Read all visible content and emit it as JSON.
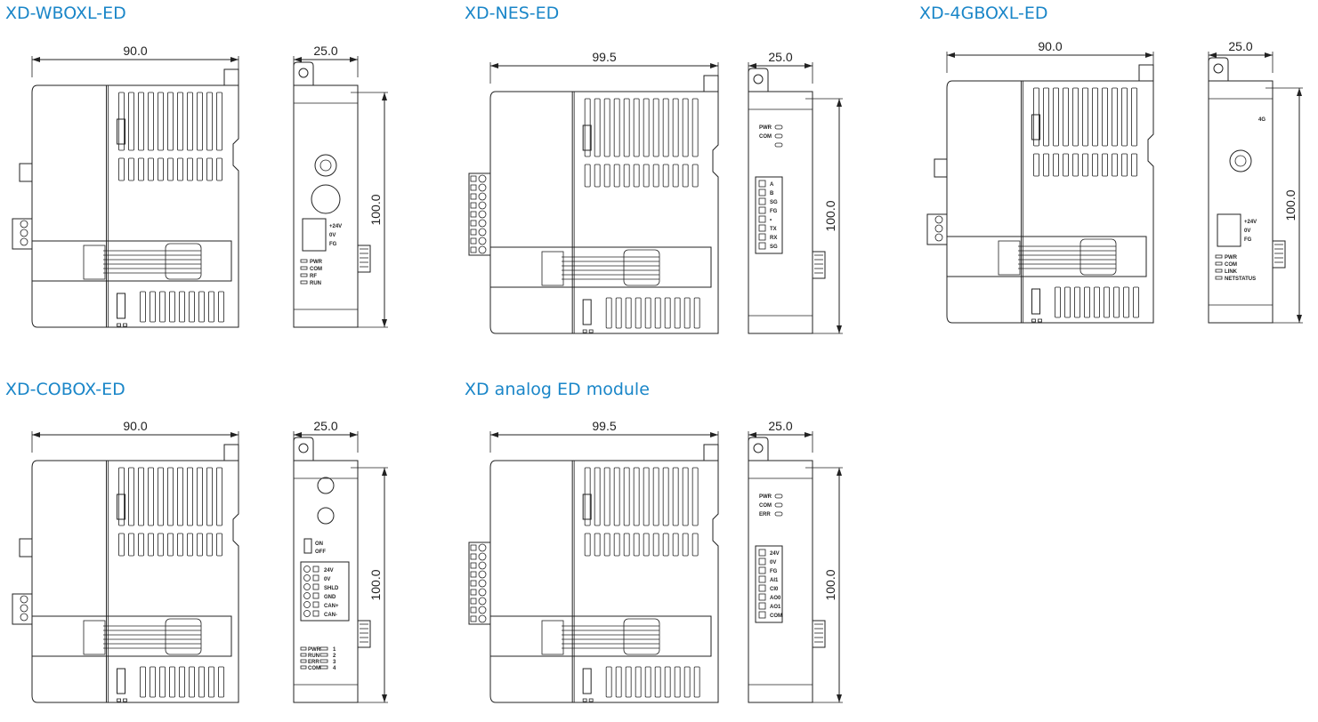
{
  "modules": [
    {
      "title": "XD-WBOXL-ED",
      "front_width": "90.0",
      "side_width": "25.0",
      "height": "100.0",
      "front_style": "long",
      "side_labels": [
        "+24V",
        "0V",
        "FG",
        "PWR",
        "COM",
        "RF",
        "RUN"
      ]
    },
    {
      "title": "XD-NES-ED",
      "front_width": "99.5",
      "side_width": "25.0",
      "height": "100.0",
      "front_style": "wide",
      "side_labels": [
        "PWR",
        "COM",
        "A",
        "B",
        "SG",
        "FG",
        "•",
        "TX",
        "RX",
        "SG"
      ]
    },
    {
      "title": "XD-4GBOXL-ED",
      "front_width": "90.0",
      "side_width": "25.0",
      "height": "100.0",
      "front_style": "long",
      "side_labels": [
        "4G",
        "+24V",
        "0V",
        "FG",
        "PWR",
        "COM",
        "LINK",
        "NETSTATUS"
      ]
    },
    {
      "title": "XD-COBOX-ED",
      "front_width": "90.0",
      "side_width": "25.0",
      "height": "100.0",
      "front_style": "long",
      "side_labels": [
        "ON",
        "OFF",
        "24V",
        "0V",
        "SHLD",
        "GND",
        "CAN+",
        "CAN-",
        "PWR",
        "RUN",
        "ERR",
        "COM",
        "1",
        "2",
        "3",
        "4"
      ]
    },
    {
      "title": "XD analog ED module",
      "front_width": "99.5",
      "side_width": "25.0",
      "height": "100.0",
      "front_style": "wide",
      "side_labels": [
        "PWR",
        "COM",
        "ERR",
        "24V",
        "0V",
        "FG",
        "AI1",
        "CI0",
        "AO0",
        "AO1",
        "COM"
      ]
    }
  ]
}
